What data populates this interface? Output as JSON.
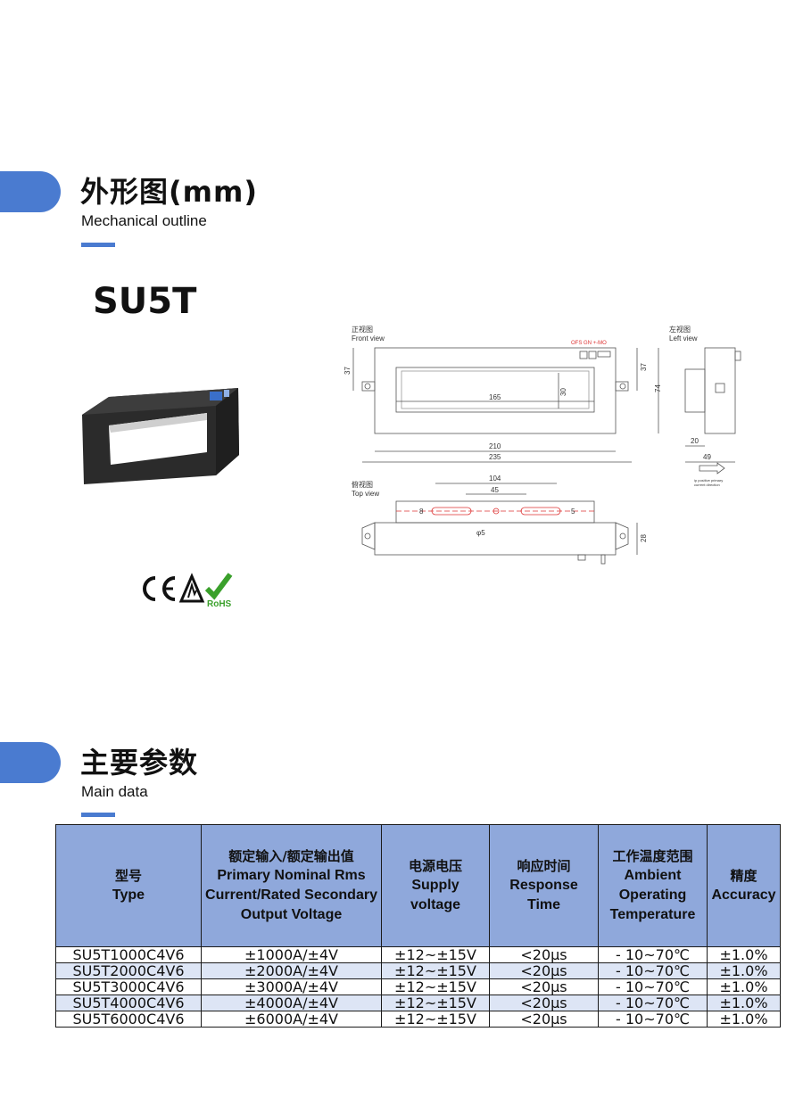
{
  "outline": {
    "title": "外形图(mm)",
    "subtitle": "Mechanical outline"
  },
  "model": "SU5T",
  "drawing": {
    "front_view_cn": "正视图",
    "front_view_en": "Front view",
    "left_view_cn": "左视图",
    "left_view_en": "Left view",
    "top_view_cn": "俯视图",
    "top_view_en": "Top view",
    "panel_label": "OFS GN +-MO",
    "dims": {
      "d37_left": "37",
      "d37_right": "37",
      "d30": "30",
      "d74": "74",
      "d165": "165",
      "d210": "210",
      "d235": "235",
      "d20": "20",
      "d49": "49",
      "d104": "104",
      "d45": "45",
      "d8": "8",
      "d5": "5",
      "phi5": "φ5",
      "d28": "28"
    },
    "arrow_note_1": "ip positive primary",
    "arrow_note_2": "current direction"
  },
  "certs": {
    "ce": "CE",
    "rohs": "RoHS"
  },
  "main": {
    "title": "主要参数",
    "subtitle": "Main data"
  },
  "table": {
    "headers": [
      {
        "cn": "型号",
        "en": "Type"
      },
      {
        "cn": "额定输入/额定输出值",
        "en": "Primary Nominal Rms Current/Rated Secondary Output Voltage"
      },
      {
        "cn": "电源电压",
        "en": "Supply voltage"
      },
      {
        "cn": "响应时间",
        "en": "Response Time"
      },
      {
        "cn": "工作温度范围",
        "en": "Ambient Operating Temperature"
      },
      {
        "cn": "精度",
        "en": "Accuracy"
      }
    ],
    "rows": [
      [
        "SU5T1000C4V6",
        "±1000A/±4V",
        "±12~±15V",
        "<20μs",
        "- 10~70℃",
        "±1.0%"
      ],
      [
        "SU5T2000C4V6",
        "±2000A/±4V",
        "±12~±15V",
        "<20μs",
        "- 10~70℃",
        "±1.0%"
      ],
      [
        "SU5T3000C4V6",
        "±3000A/±4V",
        "±12~±15V",
        "<20μs",
        "- 10~70℃",
        "±1.0%"
      ],
      [
        "SU5T4000C4V6",
        "±4000A/±4V",
        "±12~±15V",
        "<20μs",
        "- 10~70℃",
        "±1.0%"
      ],
      [
        "SU5T6000C4V6",
        "±6000A/±4V",
        "±12~±15V",
        "<20μs",
        "- 10~70℃",
        "±1.0%"
      ]
    ]
  },
  "colors": {
    "accent": "#4a7bd0",
    "header_bg": "#8fa8db",
    "alt_row_bg": "#dde5f5"
  }
}
